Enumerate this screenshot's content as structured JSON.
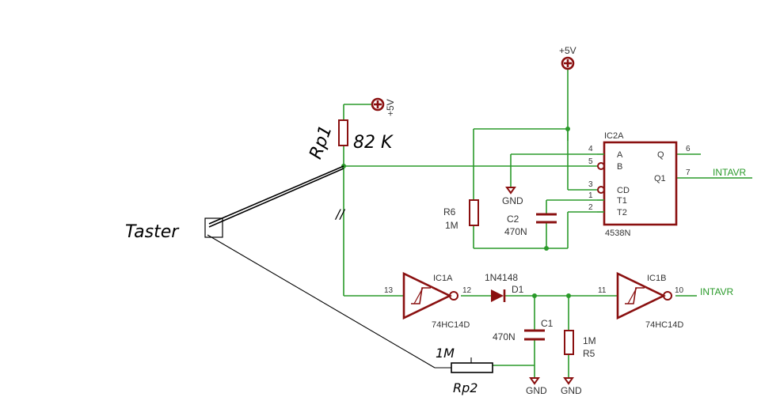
{
  "supply": {
    "top_label": "+5V",
    "left_label": "+5V",
    "symbol": "⊕"
  },
  "handwritten": {
    "rp1_name": "Rp1",
    "rp1_value": "82 K",
    "rp2_name": "Rp2",
    "rp2_value": "1M",
    "taster": "Taster",
    "cap_mark": "//"
  },
  "ic2a": {
    "name": "IC2A",
    "type": "4538N",
    "pins": {
      "a_num": "4",
      "a_name": "A",
      "b_num": "5",
      "b_name": "B",
      "cd_num": "3",
      "cd_name": "CD",
      "t1_num": "1",
      "t1_name": "T1",
      "t2_num": "2",
      "t2_name": "T2",
      "q_num": "6",
      "q_name": "Q",
      "q1_num": "7",
      "q1_name": "Q1"
    }
  },
  "ic1a": {
    "name": "IC1A",
    "type": "74HC14D",
    "in_pin": "13",
    "out_pin": "12"
  },
  "ic1b": {
    "name": "IC1B",
    "type": "74HC14D",
    "in_pin": "11",
    "out_pin": "10"
  },
  "r6": {
    "name": "R6",
    "value": "1M"
  },
  "r5": {
    "name": "R5",
    "value": "1M"
  },
  "c2": {
    "name": "C2",
    "value": "470N"
  },
  "c1": {
    "name": "C1",
    "value": "470N"
  },
  "d1": {
    "name": "D1",
    "value": "1N4148"
  },
  "gnd": {
    "label": "GND"
  },
  "nets": {
    "intavr_top": "INTAVR",
    "intavr_bottom": "INTAVR"
  }
}
